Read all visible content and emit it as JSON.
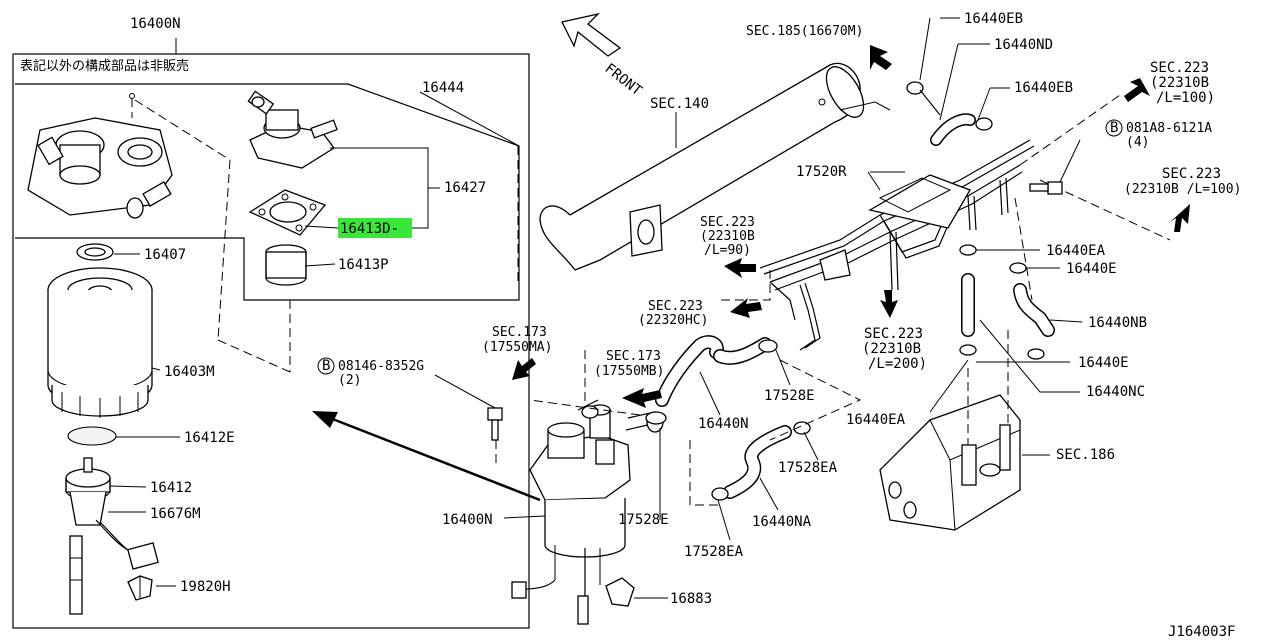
{
  "diagram": {
    "drawing_number": "J164003F",
    "note": "表記以外の構成部品は非販売",
    "highlight_color": "#39e639",
    "highlighted_part": "16413D",
    "front_label": "FRONT",
    "labels": {
      "p16400N_top": "16400N",
      "p16444": "16444",
      "p16427": "16427",
      "p16413D": "16413D-",
      "p16407": "16407",
      "p16413P": "16413P",
      "p16403M": "16403M",
      "p16412E": "16412E",
      "p16412": "16412",
      "p16676M": "16676M",
      "p19820H": "19820H",
      "sec140": "SEC.140",
      "sec185": "SEC.185(16670M)",
      "p16440EB_top": "16440EB",
      "p16440ND": "16440ND",
      "p16440EB_mid": "16440EB",
      "sec223_a1": "SEC.223",
      "sec223_a2": "(22310B",
      "sec223_a3": "/L=100)",
      "bolt081A8": "081A8-6121A",
      "bolt081A8_qty": "(4)",
      "sec223_b1": "SEC.223",
      "sec223_b2": "(22310B /L=100)",
      "p17520R": "17520R",
      "sec223_c1": "SEC.223",
      "sec223_c2": "(22310B",
      "sec223_c3": "/L=90)",
      "sec223_d1": "SEC.223",
      "sec223_d2": "(22320HC)",
      "p16440EA_1": "16440EA",
      "p16440E_1": "16440E",
      "p16440NB": "16440NB",
      "sec223_e1": "SEC.223",
      "sec223_e2": "(22310B",
      "sec223_e3": "/L=200)",
      "p16440E_2": "16440E",
      "p16440NC": "16440NC",
      "sec173_a1": "SEC.173",
      "sec173_a2": "(17550MA)",
      "sec173_b1": "SEC.173",
      "sec173_b2": "(17550MB)",
      "bolt08146": "08146-8352G",
      "bolt08146_qty": "(2)",
      "p17528E_1": "17528E",
      "p16440N": "16440N",
      "p16440EA_2": "16440EA",
      "sec186": "SEC.186",
      "p17528EA_1": "17528EA",
      "p16400N_bot": "16400N",
      "p17528E_2": "17528E",
      "p16440NA": "16440NA",
      "p17528EA_2": "17528EA",
      "p16883": "16883",
      "bolt_marker": "B"
    }
  }
}
